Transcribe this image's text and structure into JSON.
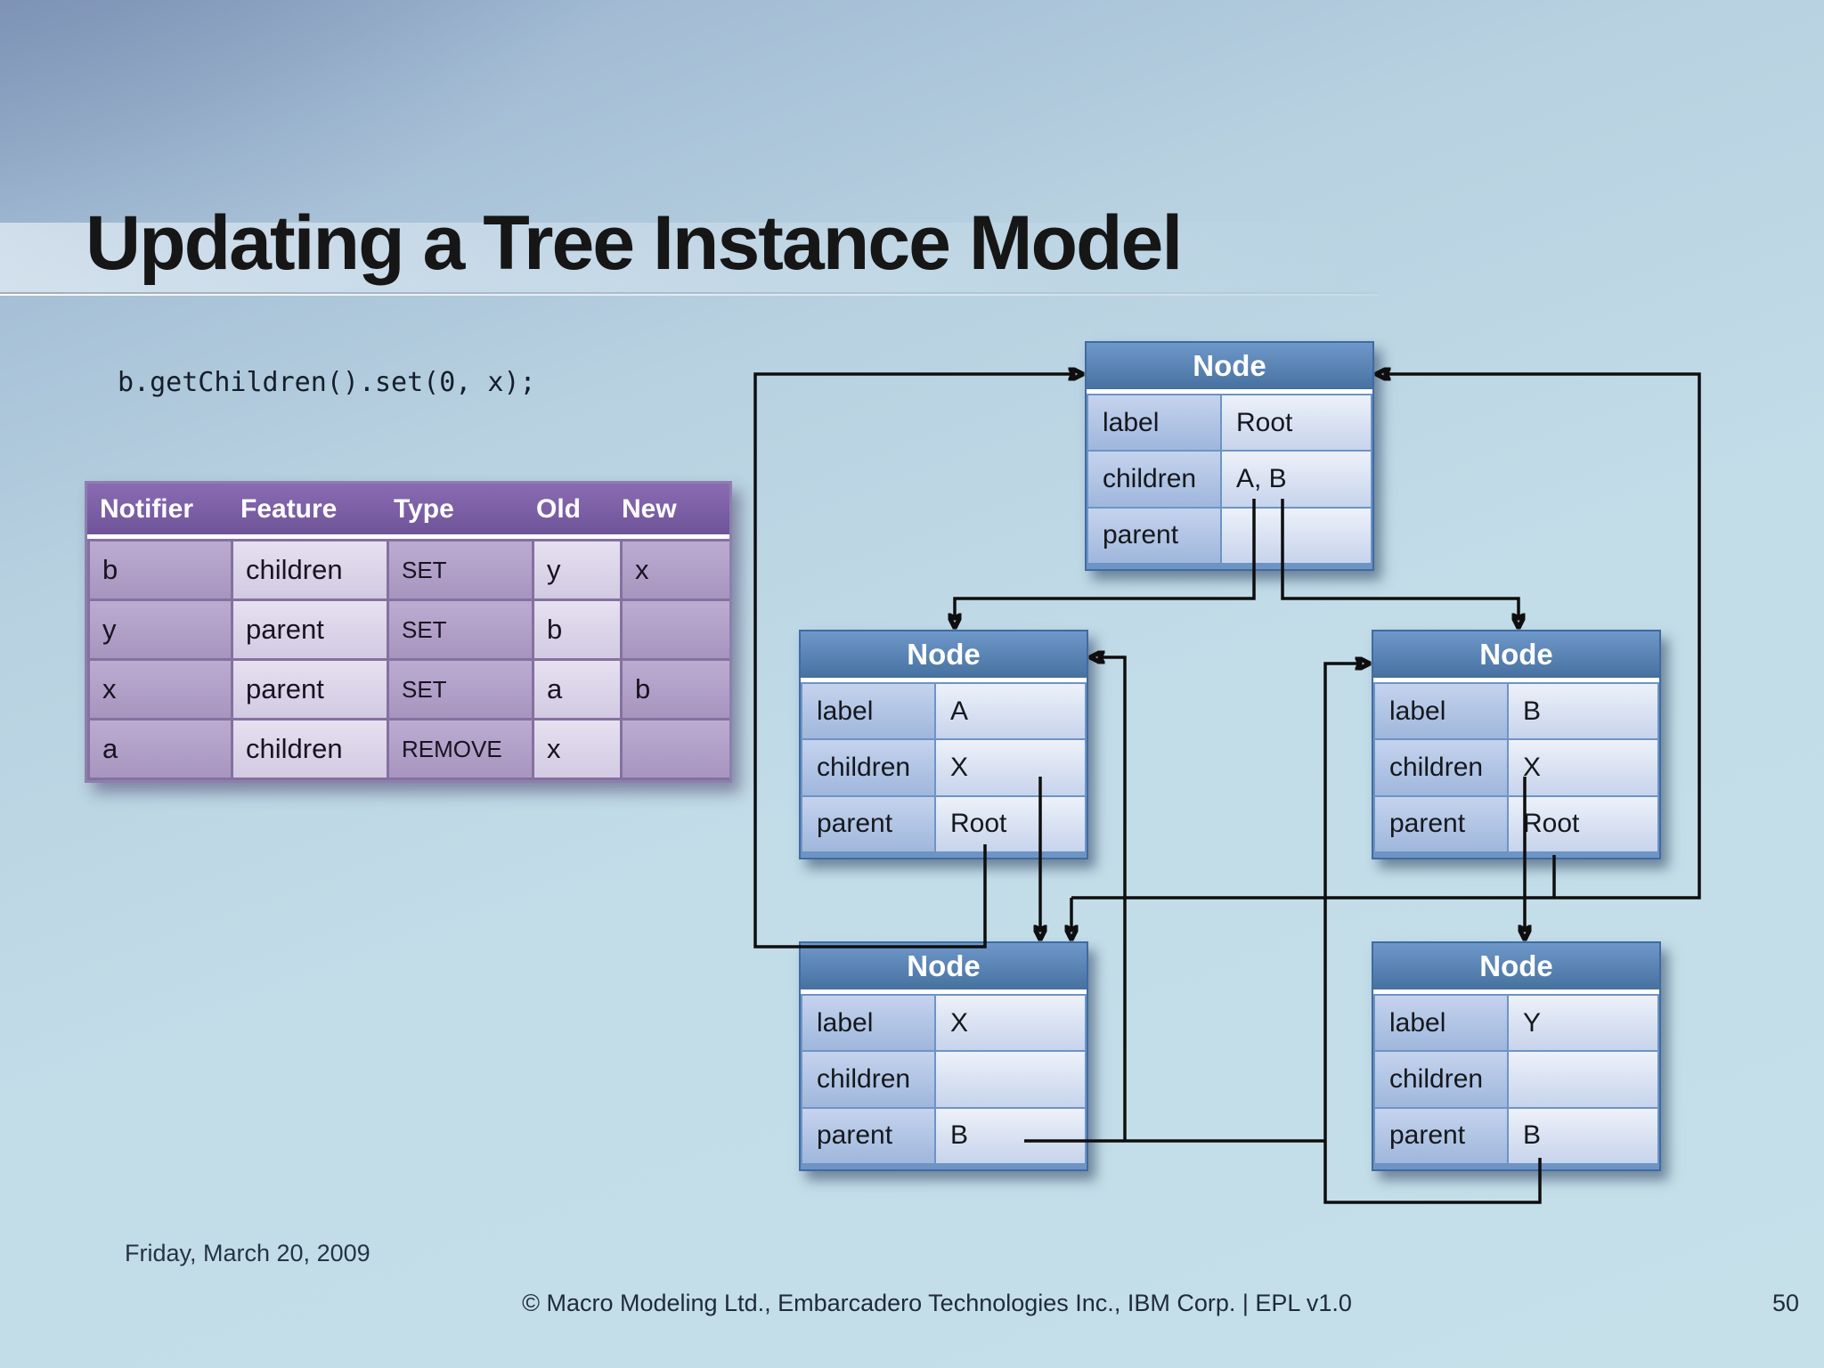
{
  "slide": {
    "title": "Updating a Tree Instance Model",
    "code": "b.getChildren().set(0, x);",
    "footer": {
      "date": "Friday, March 20, 2009",
      "copyright": "© Macro Modeling Ltd., Embarcadero Technologies Inc., IBM Corp. | EPL v1.0",
      "page": "50"
    }
  },
  "colors": {
    "node_header_blue": "#4a76ae",
    "change_table_purple": "#7a5ca2",
    "connector_black": "#0e0e0e",
    "background_blue": "#c2dce8"
  },
  "change_table": {
    "headers": [
      "Notifier",
      "Feature",
      "Type",
      "Old",
      "New"
    ],
    "rows": [
      [
        "b",
        "children",
        "SET",
        "y",
        "x"
      ],
      [
        "y",
        "parent",
        "SET",
        "b",
        ""
      ],
      [
        "x",
        "parent",
        "SET",
        "a",
        "b"
      ],
      [
        "a",
        "children",
        "REMOVE",
        "x",
        ""
      ]
    ]
  },
  "nodes": {
    "root": {
      "title": "Node",
      "fields": [
        {
          "name": "label",
          "value": "Root"
        },
        {
          "name": "children",
          "value": "A, B"
        },
        {
          "name": "parent",
          "value": ""
        }
      ]
    },
    "a": {
      "title": "Node",
      "fields": [
        {
          "name": "label",
          "value": "A"
        },
        {
          "name": "children",
          "value": "X"
        },
        {
          "name": "parent",
          "value": "Root"
        }
      ]
    },
    "b": {
      "title": "Node",
      "fields": [
        {
          "name": "label",
          "value": "B"
        },
        {
          "name": "children",
          "value": "X"
        },
        {
          "name": "parent",
          "value": "Root"
        }
      ]
    },
    "x": {
      "title": "Node",
      "fields": [
        {
          "name": "label",
          "value": "X"
        },
        {
          "name": "children",
          "value": ""
        },
        {
          "name": "parent",
          "value": "B"
        }
      ]
    },
    "y": {
      "title": "Node",
      "fields": [
        {
          "name": "label",
          "value": "Y"
        },
        {
          "name": "children",
          "value": ""
        },
        {
          "name": "parent",
          "value": "B"
        }
      ]
    }
  }
}
